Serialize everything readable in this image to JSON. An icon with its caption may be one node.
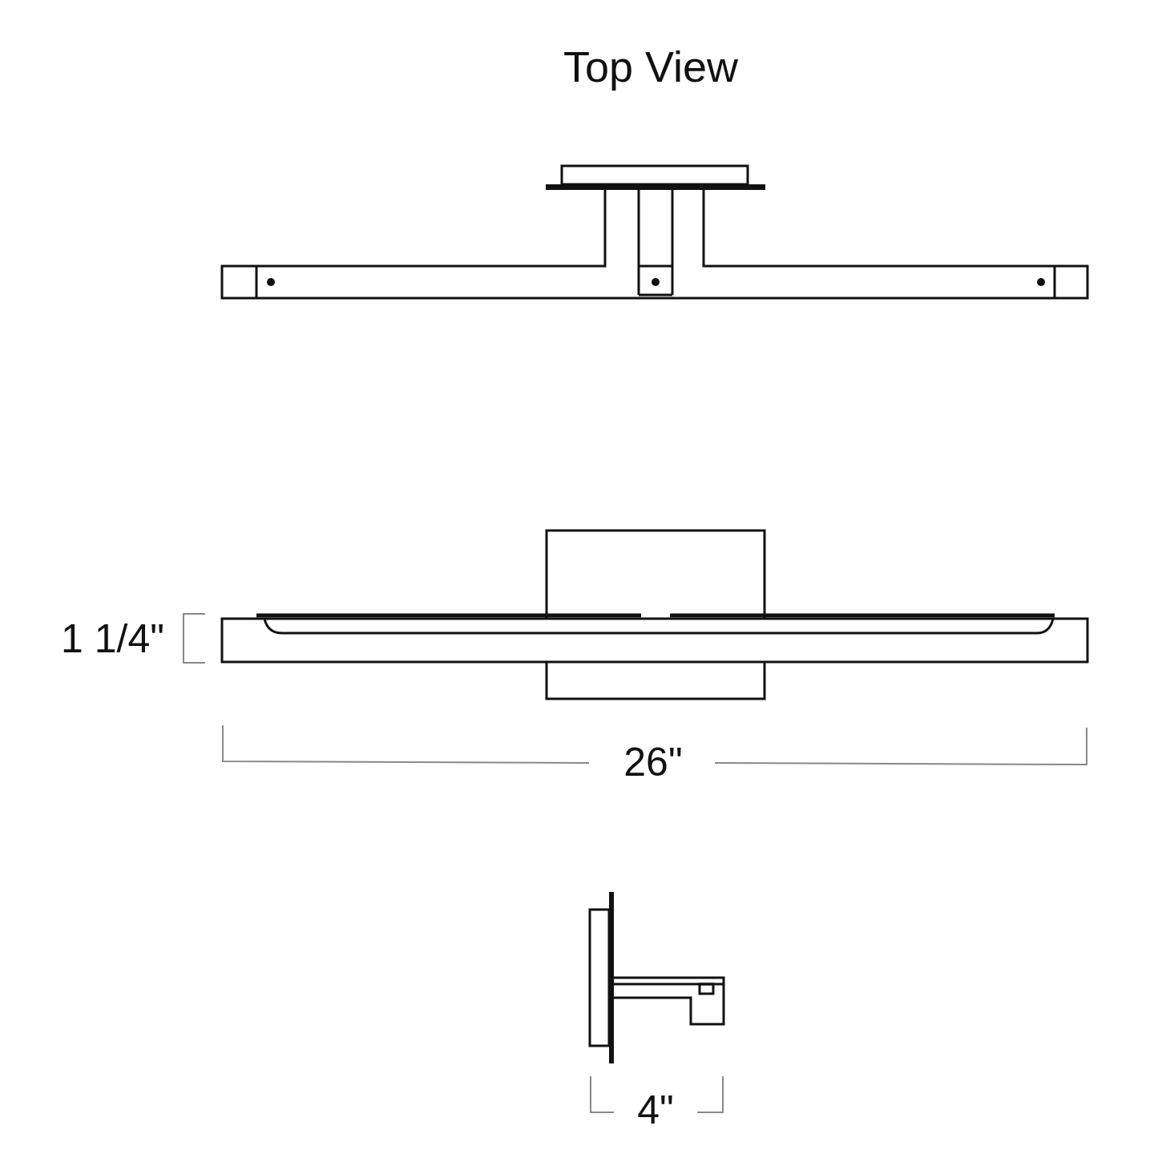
{
  "diagram": {
    "title": "Top View",
    "labels": [
      "1 1/4\"",
      "26\"",
      "4\""
    ]
  }
}
